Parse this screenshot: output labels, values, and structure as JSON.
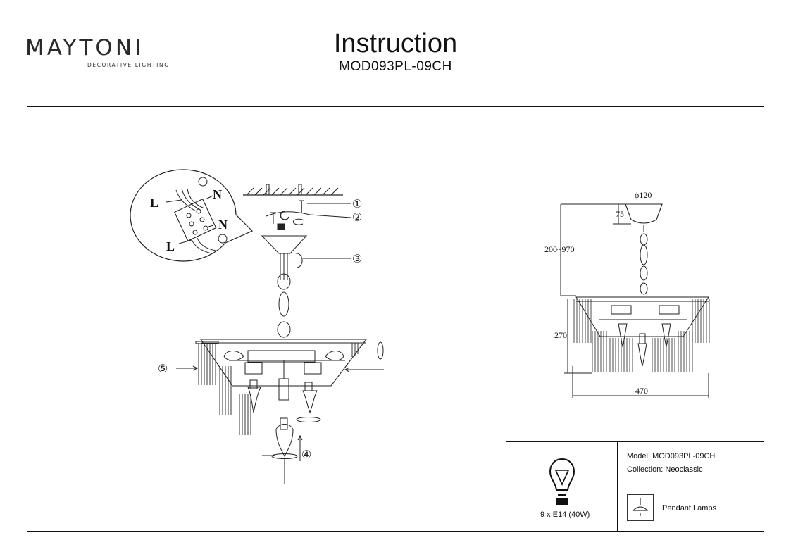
{
  "brand": {
    "name": "MAYTONI",
    "tagline": "DECORATIVE LIGHTING"
  },
  "header": {
    "title": "Instruction",
    "model_code": "MOD093PL-09CH"
  },
  "assembly": {
    "wiring_labels": [
      "L",
      "N",
      "N",
      "L"
    ],
    "step_numbers": [
      "①",
      "②",
      "③",
      "④",
      "⑤"
    ]
  },
  "dimensions": {
    "canopy_diameter": "ϕ120",
    "canopy_height": "75",
    "hanging_height": "200~970",
    "body_height": "270",
    "body_width": "470"
  },
  "bulb_spec": "9 x E14 (40W)",
  "info": {
    "model": "Model: MOD093PL-09CH",
    "collection": "Collection: Neoclassic",
    "category": "Pendant Lamps"
  }
}
